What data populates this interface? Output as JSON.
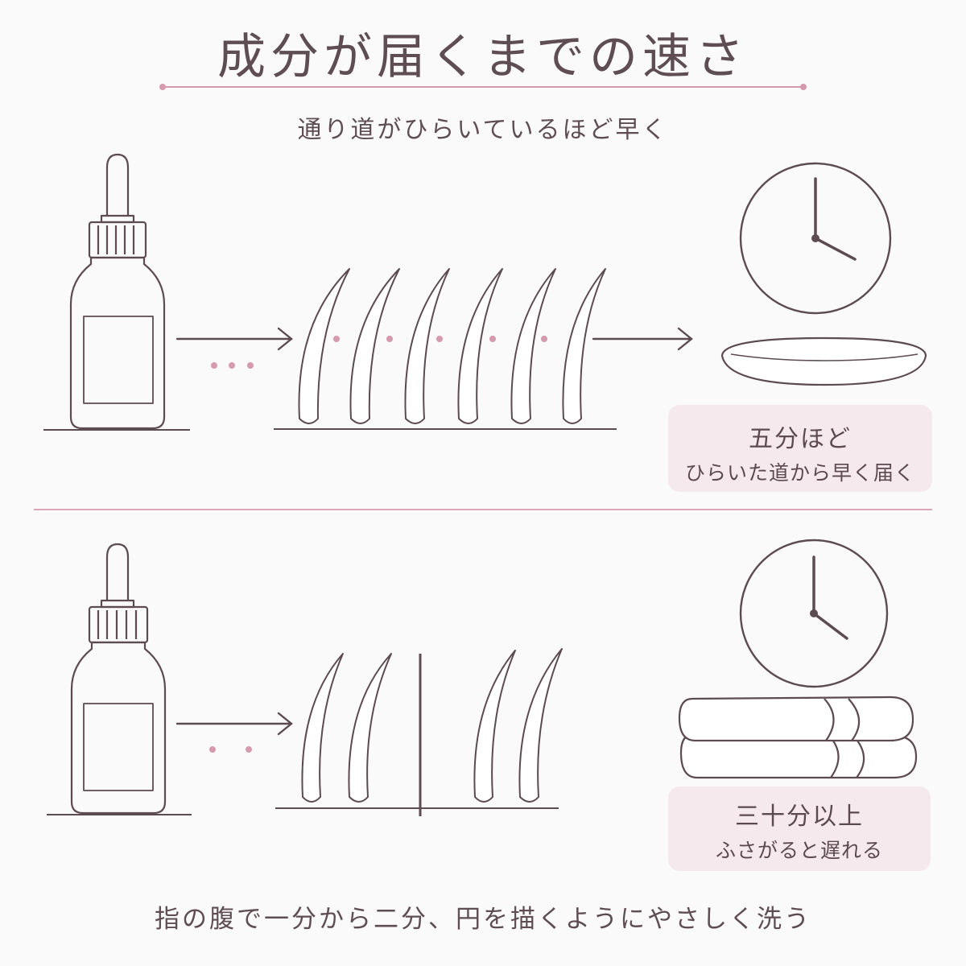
{
  "header": {
    "title": "成分が届くまでの速さ",
    "subtitle": "通り道がひらいているほど早く"
  },
  "open_case": {
    "time_label": "五分ほど",
    "description": "ひらいた道から早く届く"
  },
  "covered_case": {
    "time_label": "三十分以上",
    "description": "ふさがると遅れる"
  },
  "footer": {
    "instruction": "指の腹で一分から二分、円を描くようにやさしく洗う"
  },
  "colors": {
    "line": "#5c4b51",
    "accent_pink": "#d69aae",
    "box_bg": "#f6e9ee",
    "background": "#fbfafa"
  },
  "icons": [
    "dropper-bottle-icon",
    "hair-strand-icon",
    "clock-icon",
    "dish-icon",
    "towel-icon",
    "arrow-right-icon"
  ]
}
